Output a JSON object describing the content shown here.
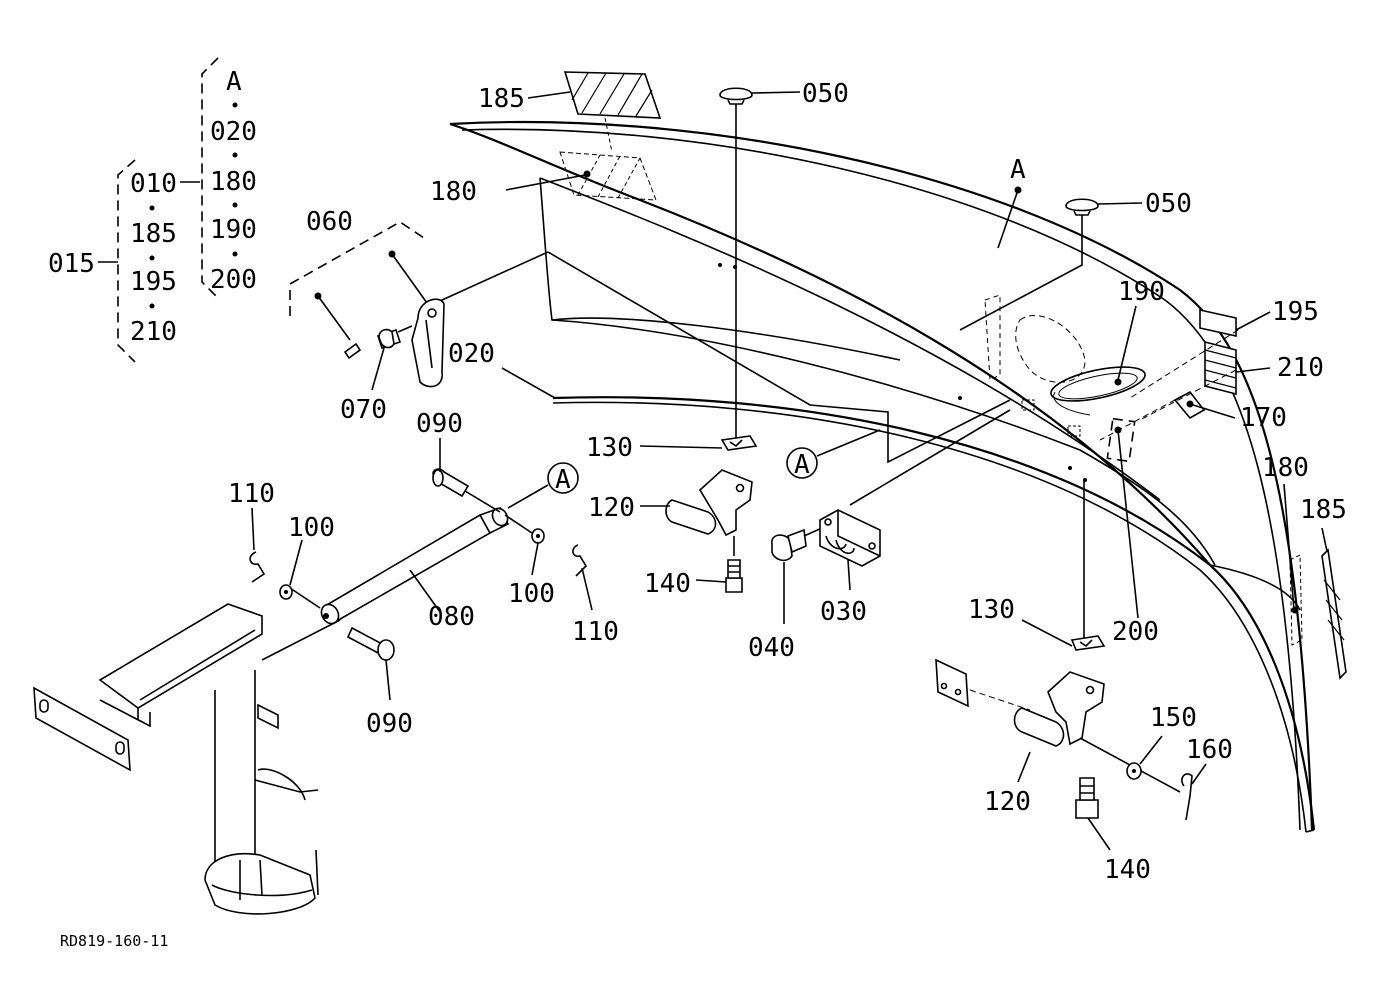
{
  "group_015": {
    "label": "015",
    "items": [
      "010",
      "185",
      "195",
      "210"
    ],
    "sub_group": [
      "A",
      "020",
      "180",
      "190",
      "200"
    ]
  },
  "labels": {
    "l185_top": "185",
    "l180_top": "180",
    "l050_a": "050",
    "l050_b": "050",
    "lA_top": "A",
    "l060": "060",
    "l070": "070",
    "l020": "020",
    "l190": "190",
    "l195": "195",
    "l210": "210",
    "l170": "170",
    "l180_right": "180",
    "l185_right": "185",
    "l200": "200",
    "l090_a": "090",
    "l090_b": "090",
    "l110_a": "110",
    "l110_b": "110",
    "l100_a": "100",
    "l100_b": "100",
    "l080": "080",
    "lA_circle_a": "A",
    "lA_circle_b": "A",
    "l130_a": "130",
    "l130_b": "130",
    "l120_a": "120",
    "l120_b": "120",
    "l140_a": "140",
    "l140_b": "140",
    "l040": "040",
    "l030": "030",
    "l150": "150",
    "l160": "160"
  },
  "drawing_code": "RD819-160-11"
}
